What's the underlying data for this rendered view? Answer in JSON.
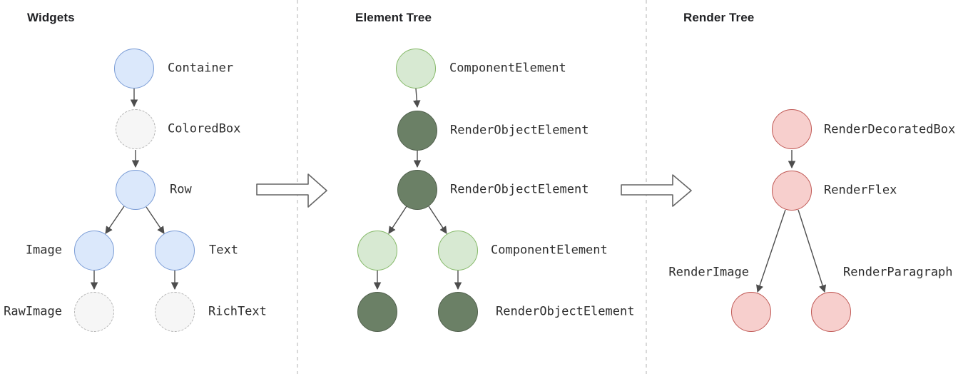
{
  "diagram": {
    "widgets": {
      "title": "Widgets",
      "labels": {
        "container": "Container",
        "coloredbox": "ColoredBox",
        "row": "Row",
        "image": "Image",
        "text": "Text",
        "rawimage": "RawImage",
        "richtext": "RichText"
      }
    },
    "element_tree": {
      "title": "Element Tree",
      "labels": {
        "component_top": "ComponentElement",
        "render_object_1": "RenderObjectElement",
        "render_object_2": "RenderObjectElement",
        "component_pair": "ComponentElement",
        "render_object_pair": "RenderObjectElement"
      }
    },
    "render_tree": {
      "title": "Render Tree",
      "labels": {
        "decorated_box": "RenderDecoratedBox",
        "flex": "RenderFlex",
        "image": "RenderImage",
        "paragraph": "RenderParagraph"
      }
    }
  },
  "colors": {
    "widget": {
      "fill": "#dbe8fb",
      "stroke": "#7a9cd6"
    },
    "inactive_widget": {
      "fill": "#f6f6f6",
      "stroke": "#b3b3b3"
    },
    "component_element": {
      "fill": "#d7e9d2",
      "stroke": "#85b968"
    },
    "render_object_element": {
      "fill": "#6b8066",
      "stroke": "#51604d"
    },
    "render_object": {
      "fill": "#f7cfcd",
      "stroke": "#c05955"
    },
    "edge": "#4d4d4d",
    "flow_arrow_stroke": "#666666",
    "divider": "#d9d9d9"
  }
}
